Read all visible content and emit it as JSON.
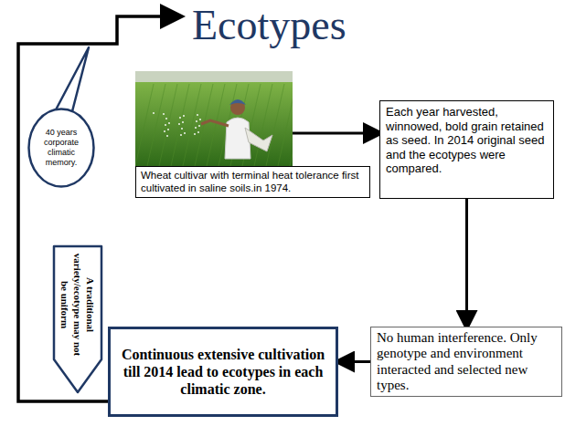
{
  "diagram": {
    "title": "Ecotypes",
    "nodes": [
      {
        "text": [
          "Wheat cultivar with terminal heat tolerance first cultivated in saline soils.in 1974."
        ]
      },
      {
        "text": [
          "Each year harvested, winnowed, bold grain retained as seed. In 2014 original seed and the ecotypes were compared."
        ]
      },
      {
        "text": [
          "No human interference. Only genotype and environment interacted and selected new types."
        ]
      },
      {
        "text": [
          "Continuous extensive cultivation till 2014 lead to ecotypes in each climatic zone."
        ]
      },
      {
        "text": [
          "40 years corporate climatic memory."
        ]
      },
      {
        "text": [
          "A traditional variety/ecotype may not be uniform"
        ]
      }
    ],
    "edges": [
      {
        "from": 0,
        "to": 1,
        "arrow": "to"
      },
      {
        "from": 1,
        "to": 2,
        "arrow": "to"
      },
      {
        "from": 2,
        "to": 3,
        "arrow": "to"
      }
    ]
  }
}
